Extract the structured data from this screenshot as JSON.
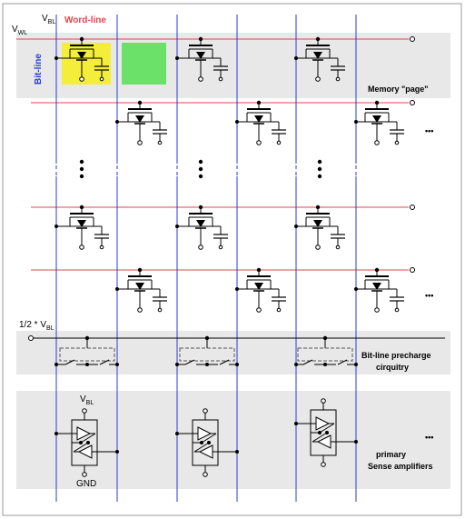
{
  "colors": {
    "word_line": "#e0454a",
    "bit_line": "#2a3bd6",
    "panel": "#e8e8e8",
    "highlight_yellow": "#f4ee3a",
    "highlight_green": "#6ce16a",
    "frame": "#9a9a9a"
  },
  "labels": {
    "v_wl_main": "V",
    "v_wl_sub": "WL",
    "v_bl_main": "V",
    "v_bl_sub": "BL",
    "word_line": "Word-line",
    "bit_line": "Bit-line",
    "memory_page": "Memory \"page\"",
    "half_vbl_main": "1/2 * V",
    "half_vbl_sub": "BL",
    "precharge_line1": "Bit-line precharge",
    "precharge_line2": "cirquitry",
    "sa_vbl_main": "V",
    "sa_vbl_sub": "BL",
    "gnd": "GND",
    "sense_line1": "primary",
    "sense_line2": "Sense amplifiers",
    "ellipsis": "•••"
  },
  "icons": {
    "cell": "dram-cell-transistor-capacitor-icon",
    "precharge": "precharge-switch-icon",
    "amplifier": "sense-amplifier-icon",
    "dots": "vertical-ellipsis-icon"
  }
}
